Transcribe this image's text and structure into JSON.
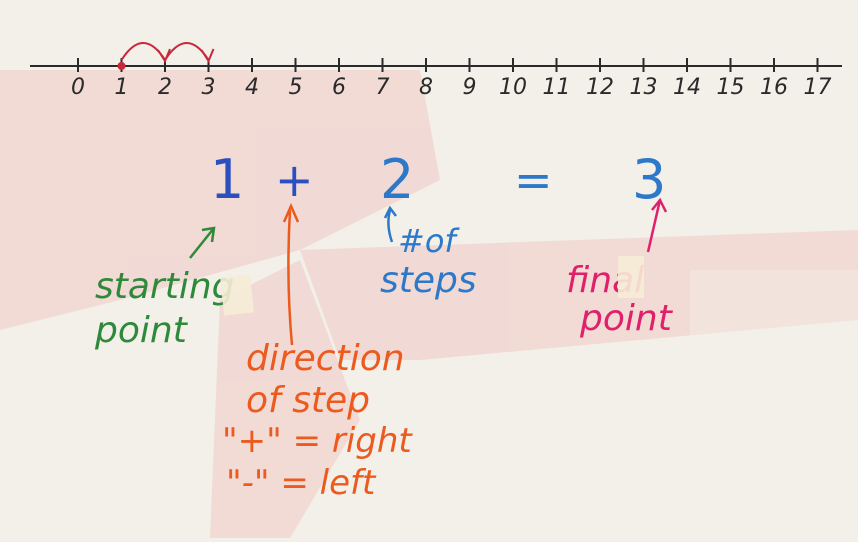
{
  "number_line": {
    "labels": [
      "0",
      "1",
      "2",
      "3",
      "4",
      "5",
      "6",
      "7",
      "8",
      "9",
      "10",
      "11",
      "12",
      "13",
      "14",
      "15",
      "16",
      "17"
    ],
    "start": 1,
    "steps": 2
  },
  "equation": {
    "start": "1",
    "op": "+",
    "steps": "2",
    "equals": "=",
    "result": "3"
  },
  "annotations": {
    "starting_point": [
      "starting",
      "point"
    ],
    "num_steps": [
      "#of",
      "steps"
    ],
    "final_point": [
      "final",
      "point"
    ],
    "direction": [
      "direction",
      "of step",
      "\"+\" = right",
      "\"-\" = left"
    ]
  },
  "colors": {
    "paper": "#f3efe9",
    "watermark": "#f0c9c5",
    "ink_black": "#2a2a2a",
    "ink_blue": "#2b4fbf",
    "ink_teal": "#2d78c8",
    "ink_green": "#2e8a3a",
    "ink_orange": "#ec5a1e",
    "ink_magenta": "#e0206a",
    "ink_red": "#c8283a"
  }
}
